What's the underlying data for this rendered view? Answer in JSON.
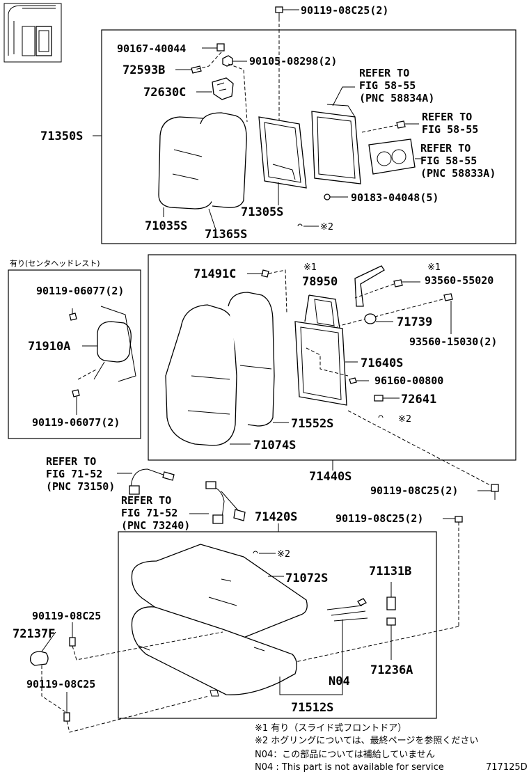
{
  "labels": {
    "p_90119_08c25_top": "90119-08C25(2)",
    "p_90167": "90167-40044",
    "p_72593b": "72593B",
    "p_90105": "90105-08298(2)",
    "p_72630c": "72630C",
    "refer_a_1": "REFER TO",
    "refer_a_2": "FIG 58-55",
    "refer_a_3": "(PNC 58834A)",
    "refer_b_1": "REFER TO",
    "refer_b_2": "FIG 58-55",
    "refer_c_1": "REFER TO",
    "refer_c_2": "FIG 58-55",
    "refer_c_3": "(PNC 58833A)",
    "p_71350s": "71350S",
    "p_71035s": "71035S",
    "p_71365s": "71365S",
    "p_71305s": "71305S",
    "p_90183": "90183-04048(5)",
    "ring2_a": "※2",
    "hr_title": "有り(センタヘッドレスト)",
    "p_90119_06077_a": "90119-06077(2)",
    "p_71910a": "71910A",
    "p_90119_06077_b": "90119-06077(2)",
    "p_71491c": "71491C",
    "m1_a": "※1",
    "p_78950": "78950",
    "m1_b": "※1",
    "p_93560_55020": "93560-55020",
    "p_71739": "71739",
    "p_93560_15030": "93560-15030(2)",
    "p_71640s": "71640S",
    "p_96160": "96160-00800",
    "p_72641": "72641",
    "ring2_b": "※2",
    "p_71552s": "71552S",
    "p_71074s": "71074S",
    "p_71440s": "71440S",
    "p_90119_08c25_mid": "90119-08C25(2)",
    "refer_d_1": "REFER TO",
    "refer_d_2": "FIG 71-52",
    "refer_d_3": "(PNC 73150)",
    "refer_e_1": "REFER TO",
    "refer_e_2": "FIG 71-52",
    "refer_e_3": "(PNC 73240)",
    "p_71420s": "71420S",
    "p_90119_08c25_right": "90119-08C25(2)",
    "ring2_c": "※2",
    "p_71072s": "71072S",
    "p_71131b": "71131B",
    "p_90119_08c25_l1": "90119-08C25",
    "p_72137f": "72137F",
    "p_90119_08c25_l2": "90119-08C25",
    "p_71236a": "71236A",
    "p_n04": "N04",
    "p_71512s": "71512S"
  },
  "notes": {
    "n1": "※1 有り（スライド式フロントドア）",
    "n2": "※2 ホグリングについては、最終ページを参照ください",
    "n3": "N04：この部品については補給していません",
    "n4": "N04 : This part is not available for service"
  },
  "figure_code": "717125D"
}
